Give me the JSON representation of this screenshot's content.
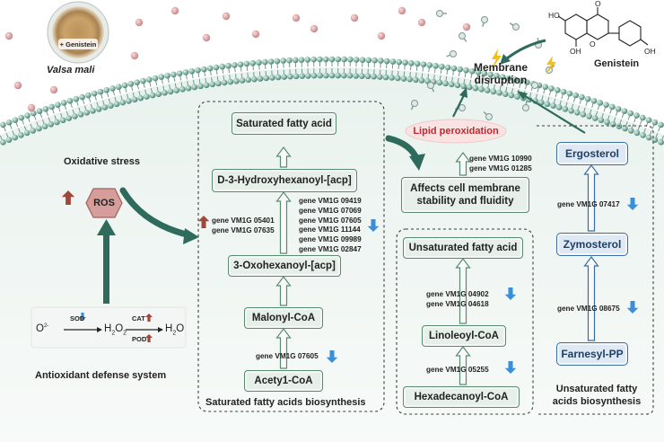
{
  "organism": {
    "name": "Valsa mali",
    "dish_label": "+ Genistein"
  },
  "compound": "Genistein",
  "membrane": {
    "title_line1": "Membrane",
    "title_line2": "disruption",
    "lipid_peroxidation": "Lipid peroxidation"
  },
  "stress": {
    "oxidative_stress": "Oxidative stress",
    "ros": "ROS",
    "antioxidant_system": "Antioxidant defense system",
    "enzymes": {
      "sod": "SOD",
      "cat": "CAT",
      "pod": "POD"
    }
  },
  "saturated": {
    "title": "Saturated fatty acids biosynthesis",
    "nodes": [
      "Saturated fatty acid",
      "D-3-Hydroxyhexanoyl-[acp]",
      "3-Oxohexanoyl-[acp]",
      "Malonyl-CoA",
      "Acety1-CoA"
    ],
    "genes_up": [
      "gene VM1G 05401",
      "gene VM1G 07635"
    ],
    "genes_down_a": [
      "gene VM1G 09419",
      "gene VM1G 07069",
      "gene VM1G 07605",
      "gene VM1G 11144",
      "gene VM1G 09989",
      "gene VM1G 02847"
    ],
    "genes_down_b": [
      "gene VM1G 07605"
    ]
  },
  "membrane_effect": {
    "box_line1": "Affects cell membrane",
    "box_line2": "stability and fluidity",
    "genes": [
      "gene VM1G 10990",
      "gene VM1G 01285"
    ]
  },
  "unsaturated": {
    "title_line1": "Unsaturated fatty",
    "title_line2": "acids biosynthesis",
    "nodes": [
      "Unsaturated fatty acid",
      "Linoleoyl-CoA",
      "Hexadecanoyl-CoA"
    ],
    "genes_a": [
      "gene VM1G 04902",
      "gene VM1G 04618"
    ],
    "genes_b": [
      "gene VM1G 05255"
    ]
  },
  "ergosterol": {
    "nodes": [
      "Ergosterol",
      "Zymosterol",
      "Farnesyl-PP"
    ],
    "gene_a": "gene VM1G 07417",
    "gene_b": "gene VM1G 08675"
  },
  "colors": {
    "teal": "#2e6b5c",
    "up_arrow": "#a0473a",
    "down_arrow": "#3a8fd8",
    "ergosterol_blue": "#3b6ea0"
  }
}
